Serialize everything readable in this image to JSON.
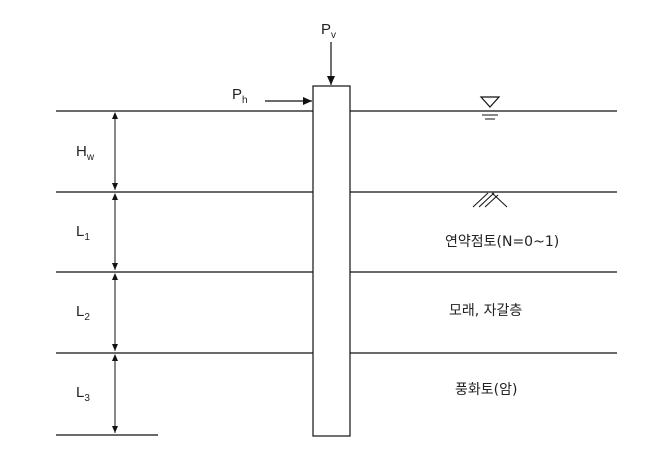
{
  "loads": {
    "vertical": {
      "main": "P",
      "sub": "v"
    },
    "horizontal": {
      "main": "P",
      "sub": "h"
    }
  },
  "dimensions": [
    {
      "main": "H",
      "sub": "w"
    },
    {
      "main": "L",
      "sub": "1"
    },
    {
      "main": "L",
      "sub": "2"
    },
    {
      "main": "L",
      "sub": "3"
    }
  ],
  "layers": [
    "연약점토(N=0~1)",
    "모래, 자갈층",
    "풍화토(암)"
  ],
  "icons": {
    "water_level": "water-level-symbol",
    "ground_surface": "ground-hatch-symbol"
  }
}
